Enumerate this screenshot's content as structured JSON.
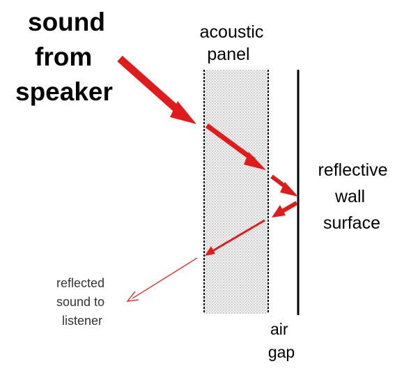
{
  "labels": {
    "sound_source": [
      "sound",
      "from",
      "speaker"
    ],
    "panel": [
      "acoustic",
      "panel"
    ],
    "wall": [
      "reflective",
      "wall",
      "surface"
    ],
    "gap": [
      "air",
      "gap"
    ],
    "listener": [
      "reflected",
      "sound to",
      "listener"
    ]
  },
  "colors": {
    "arrow": "#e11b1b",
    "text": "#000000",
    "panel_fill": "#efefef",
    "wall_line": "#000000"
  }
}
